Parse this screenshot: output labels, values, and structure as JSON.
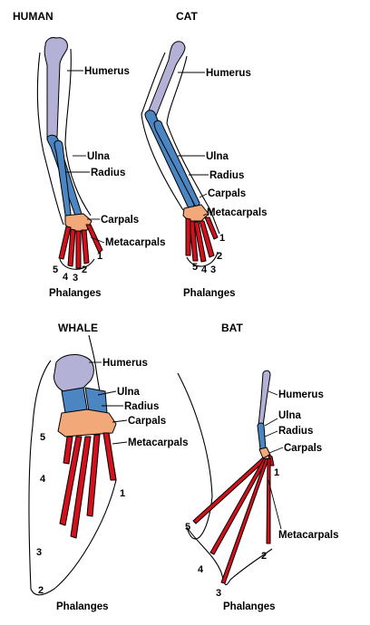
{
  "colors": {
    "humerus": "#b3b1d6",
    "ulna_radius": "#4b86c3",
    "carpals": "#f3a87a",
    "metacarpals_phalanges": "#d3101c"
  },
  "panels": {
    "human": {
      "title": "HUMAN",
      "labels": {
        "humerus": "Humerus",
        "ulna": "Ulna",
        "radius": "Radius",
        "carpals": "Carpals",
        "metacarpals": "Metacarpals",
        "phalanges": "Phalanges"
      },
      "digits": [
        "1",
        "2",
        "3",
        "4",
        "5"
      ]
    },
    "cat": {
      "title": "CAT",
      "labels": {
        "humerus": "Humerus",
        "ulna": "Ulna",
        "radius": "Radius",
        "carpals": "Carpals",
        "metacarpals": "Metacarpals",
        "phalanges": "Phalanges"
      },
      "digits": [
        "1",
        "2",
        "3",
        "4",
        "5"
      ]
    },
    "whale": {
      "title": "WHALE",
      "labels": {
        "humerus": "Humerus",
        "ulna": "Ulna",
        "radius": "Radius",
        "carpals": "Carpals",
        "metacarpals": "Metacarpals",
        "phalanges": "Phalanges"
      },
      "digits": [
        "1",
        "2",
        "3",
        "4",
        "5"
      ]
    },
    "bat": {
      "title": "BAT",
      "labels": {
        "humerus": "Humerus",
        "ulna": "Ulna",
        "radius": "Radius",
        "carpals": "Carpals",
        "metacarpals": "Metacarpals",
        "phalanges": "Phalanges"
      },
      "digits": [
        "1",
        "2",
        "3",
        "4",
        "5"
      ]
    }
  }
}
